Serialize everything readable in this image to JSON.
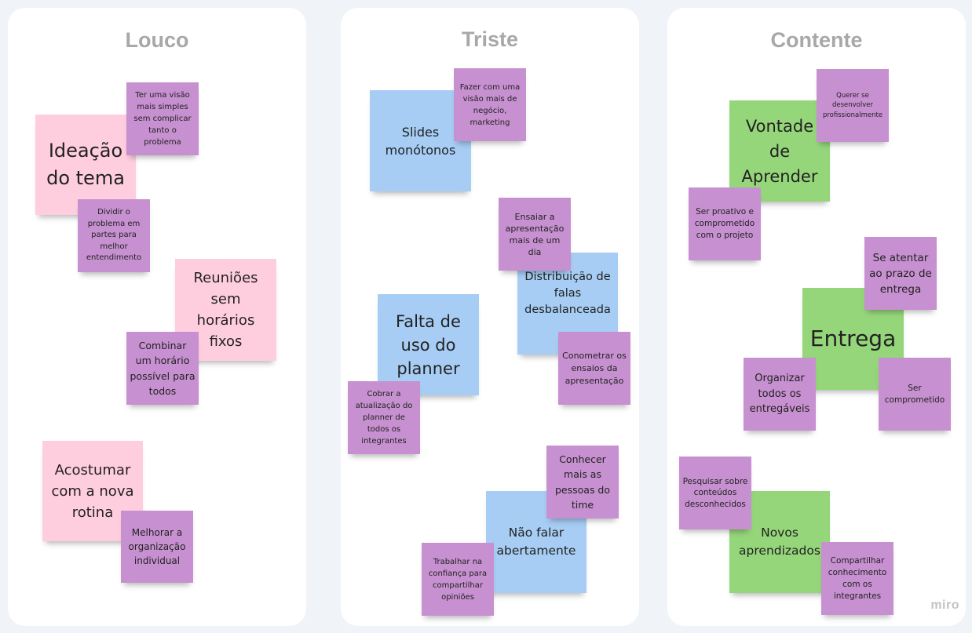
{
  "columns": {
    "louco": {
      "title": "Louco"
    },
    "triste": {
      "title": "Triste"
    },
    "contente": {
      "title": "Contente"
    }
  },
  "notes": {
    "ideacao_tema": "Ideação do tema",
    "visao_simples": "Ter uma visão mais simples sem complicar tanto o problema",
    "dividir_problema": "Dividir o problema em partes para melhor entendimento",
    "reunioes_sem_horarios": "Reuniões sem horários fixos",
    "combinar_horario": "Combinar um horário possível para todos",
    "acostumar_rotina": "Acostumar com a nova rotina",
    "melhorar_organizacao": "Melhorar a organização individual",
    "slides_monotonos": "Slides monótonos",
    "visao_negocio": "Fazer com uma visão mais de negócio, marketing",
    "ensaiar_apresentacao": "Ensaiar a apresentação mais de um dia",
    "distribuicao_falas": "Distribuição de falas desbalanceada",
    "falta_planner": "Falta de uso do planner",
    "cronometrar_ensaios": "Conometrar os ensaios da apresentação",
    "cobrar_planner": "Cobrar a atualização do planner de todos os integrantes",
    "conhecer_pessoas": "Conhecer mais as pessoas do time",
    "nao_falar": "Não falar abertamente",
    "trabalhar_confianca": "Trabalhar na confiança para compartilhar opiniões",
    "vontade_aprender": "Vontade de Aprender",
    "desenvolver_profissional": "Querer se desenvolver profissionalmente",
    "ser_proativo": "Ser proativo e comprometido com o projeto",
    "atentar_prazo": "Se atentar ao prazo de entrega",
    "entrega": "Entrega",
    "organizar_entregaveis": "Organizar todos os entregáveis",
    "ser_comprometido": "Ser comprometido",
    "pesquisar_conteudos": "Pesquisar sobre conteúdos desconhecidos",
    "novos_aprendizados": "Novos aprendizados",
    "compartilhar_conhecimento": "Compartilhar conhecimento com os integrantes"
  },
  "branding": {
    "logo_text": "miro"
  },
  "colors": {
    "background": "#f0f3f7",
    "column": "#ffffff",
    "title": "#a8a8a8",
    "pink_note": "#ffcede",
    "blue_note": "#a7cdf5",
    "green_note": "#95d67a",
    "purple_note": "#c790d0"
  }
}
